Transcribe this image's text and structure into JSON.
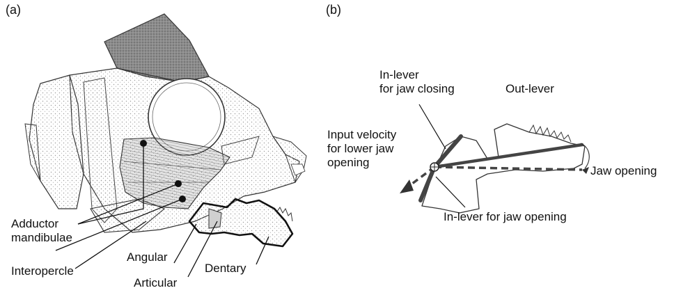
{
  "panel_a": {
    "panel_label": "(a)",
    "labels": {
      "adductor_line1": "Adductor",
      "adductor_line2": "mandibulae",
      "interopercle": "Interopercle",
      "angular": "Angular",
      "articular": "Articular",
      "dentary": "Dentary"
    }
  },
  "panel_b": {
    "panel_label": "(b)",
    "labels": {
      "inlever_closing_line1": "In-lever",
      "inlever_closing_line2": "for jaw closing",
      "outlever": "Out-lever",
      "input_velocity_line1": "Input velocity",
      "input_velocity_line2": "for lower jaw",
      "input_velocity_line3": "opening",
      "jaw_opening": "Jaw opening",
      "inlever_opening": "In-lever for jaw opening"
    }
  }
}
